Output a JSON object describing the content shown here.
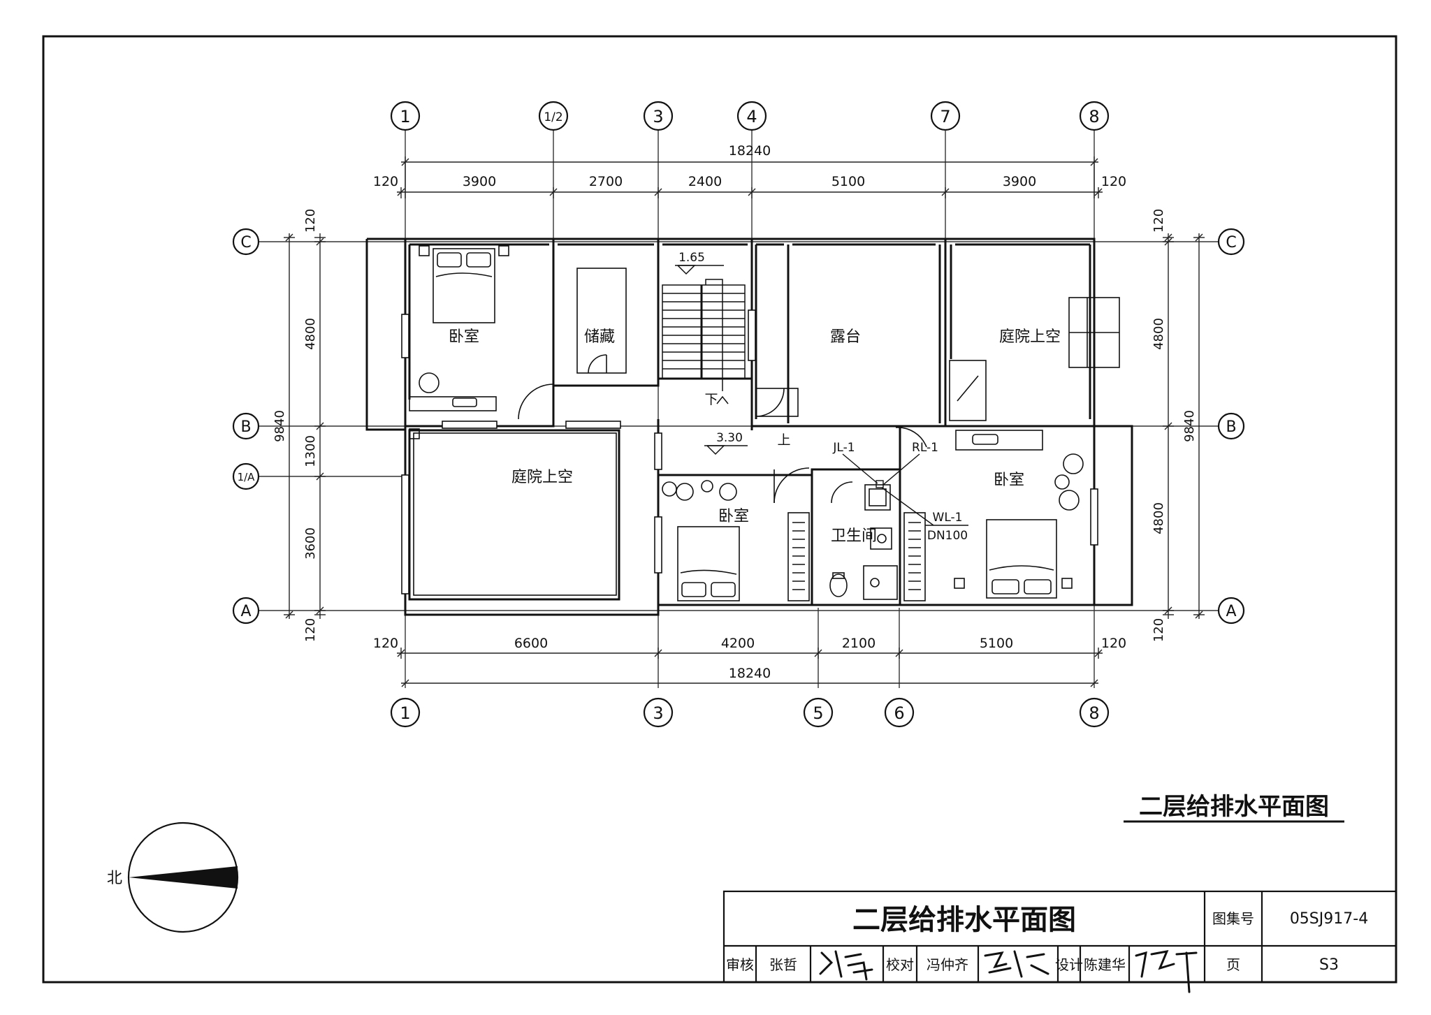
{
  "grid_axes": {
    "top": [
      "1",
      "1/2",
      "3",
      "4",
      "7",
      "8"
    ],
    "bottom": [
      "1",
      "3",
      "5",
      "6",
      "8"
    ],
    "left": [
      "C",
      "B",
      "1/A",
      "A"
    ],
    "right": [
      "C",
      "B",
      "A"
    ]
  },
  "dimensions": {
    "top_total": "18240",
    "top_segments": [
      "120",
      "3900",
      "2700",
      "2400",
      "5100",
      "3900",
      "120"
    ],
    "bottom_segments": [
      "120",
      "6600",
      "4200",
      "2100",
      "5100",
      "120"
    ],
    "bottom_total": "18240",
    "left_vertical": [
      "120",
      "4800",
      "1300",
      "3600",
      "120"
    ],
    "left_total": "9840",
    "right_vertical": [
      "120",
      "4800",
      "4800",
      "120"
    ],
    "right_total": "9840"
  },
  "rooms": {
    "bedroom_nw": "卧室",
    "storage": "储藏",
    "terrace": "露台",
    "courtyard_void_ne": "庭院上空",
    "courtyard_void_w": "庭院上空",
    "bedroom_middle": "卧室",
    "bathroom": "卫生间",
    "bedroom_se": "卧室"
  },
  "annotations": {
    "stair_level": "1.65",
    "floor_level": "3.30",
    "stair_down": "下",
    "stair_up": "上",
    "pipe_jl": "JL-1",
    "pipe_rl": "RL-1",
    "pipe_wl": "WL-1",
    "pipe_dn": "DN100"
  },
  "drawing_title": "二层给排水平面图",
  "north_label": "北",
  "title_block": {
    "title": "二层给排水平面图",
    "atlas_label": "图集号",
    "atlas_number": "05SJ917-4",
    "review_label": "审核",
    "review_name": "张哲",
    "check_label": "校对",
    "check_name": "冯仲齐",
    "design_label": "设计",
    "design_name": "陈建华",
    "page_label": "页",
    "page_number": "S3"
  }
}
